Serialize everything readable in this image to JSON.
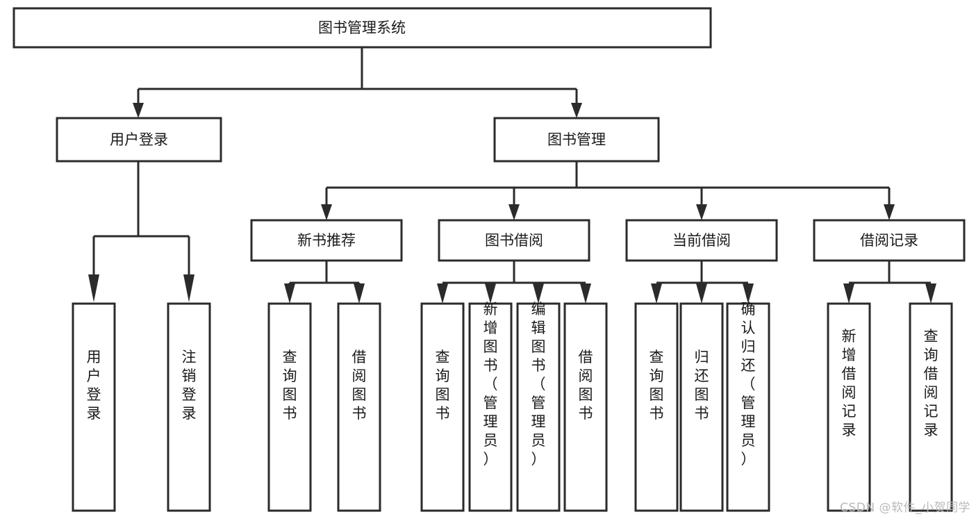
{
  "diagram": {
    "title": "图书管理系统",
    "type": "tree-hierarchy-chart",
    "colors": {
      "box_stroke": "#2b2b2b",
      "box_fill": "#ffffff",
      "text": "#1a1a1a",
      "background": "#ffffff",
      "watermark": "#b9b9b9"
    },
    "root": {
      "label": "图书管理系统"
    },
    "level2": [
      {
        "label": "用户登录"
      },
      {
        "label": "图书管理"
      }
    ],
    "level3": [
      {
        "label": "新书推荐"
      },
      {
        "label": "图书借阅"
      },
      {
        "label": "当前借阅"
      },
      {
        "label": "借阅记录"
      }
    ],
    "leaves": {
      "user_login": [
        {
          "label": "用户登录"
        },
        {
          "label": "注销登录"
        }
      ],
      "new_book_recommend": [
        {
          "label": "查询图书"
        },
        {
          "label": "借阅图书"
        }
      ],
      "book_borrow": [
        {
          "label": "查询图书"
        },
        {
          "label": "新增图书（管理员）"
        },
        {
          "label": "编辑图书（管理员）"
        },
        {
          "label": "借阅图书"
        }
      ],
      "current_borrow": [
        {
          "label": "查询图书"
        },
        {
          "label": "归还图书"
        },
        {
          "label": "确认归还（管理员）"
        }
      ],
      "borrow_record": [
        {
          "label": "新增借阅记录"
        },
        {
          "label": "查询借阅记录"
        }
      ]
    }
  },
  "watermark": {
    "text": "CSDN @软件_小贺同学"
  }
}
